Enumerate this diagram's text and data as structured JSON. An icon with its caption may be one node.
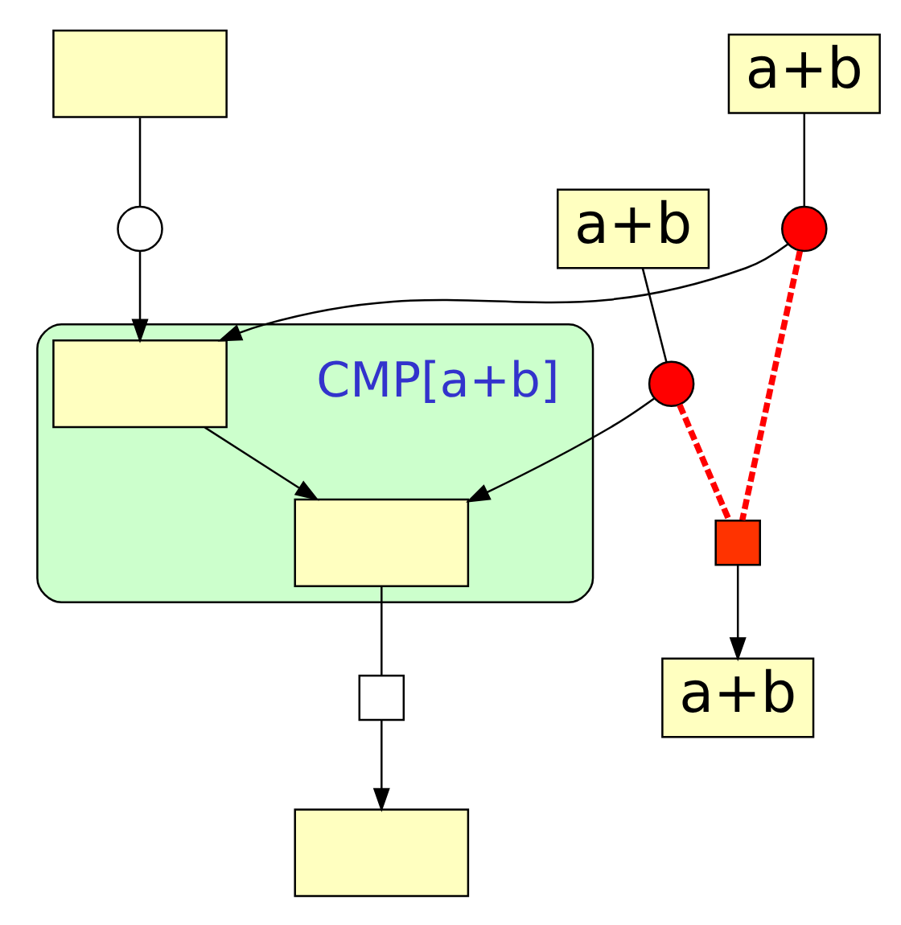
{
  "diagram": {
    "nodes": [
      {
        "text": [],
        "shape": "ellipse",
        "beside": [
          "CMP[a+b]"
        ]
      },
      {
        "text": [],
        "shape": "box"
      },
      {
        "text": [
          "a+b"
        ]
      },
      {
        "text": [
          "a+b"
        ]
      },
      {
        "text": [],
        "shape": "circle"
      },
      {
        "text": [],
        "shape": "circle"
      },
      {
        "text": [],
        "shape": "circle"
      },
      {
        "text": [],
        "shape": "box",
        "in": 0
      },
      {
        "text": [],
        "shape": "box",
        "in": 0
      },
      {
        "text": [],
        "shape": "box"
      },
      {
        "text": [],
        "shape": "box"
      },
      {
        "text": [],
        "shape": "box"
      },
      {
        "text": [
          "a+b"
        ]
      }
    ],
    "edges": [
      {
        "from": 1,
        "to": 4,
        "arrow": "none"
      },
      {
        "from": 2,
        "to": 5,
        "arrow": "none"
      },
      {
        "from": 3,
        "to": 6,
        "arrow": "none"
      },
      {
        "from": 4,
        "to": 7,
        "arrow": "to"
      },
      {
        "from": 5,
        "to": 7,
        "arrow": "to"
      },
      {
        "from": 6,
        "to": 8,
        "arrow": "to"
      },
      {
        "from": 7,
        "to": 8,
        "arrow": "to"
      },
      {
        "from": 8,
        "to": 9,
        "arrow": "none"
      },
      {
        "from": 9,
        "to": 11,
        "arrow": "to"
      },
      {
        "from": 10,
        "to": 12,
        "arrow": "to"
      },
      {
        "from": 5,
        "to": 10,
        "arrow": "none",
        "style": "dashed",
        "color": "#ff0000"
      },
      {
        "from": 6,
        "to": 10,
        "arrow": "none",
        "style": "dashed",
        "color": "#ff0000"
      }
    ]
  }
}
